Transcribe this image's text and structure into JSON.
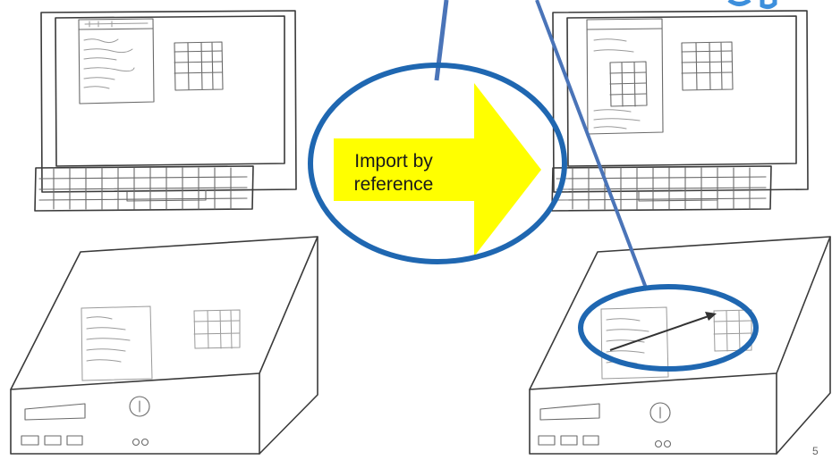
{
  "arrow_label": "Import by reference",
  "arrow_label_lines": [
    "Import by",
    "reference"
  ],
  "page_number": "5",
  "colors": {
    "arrow_fill": "#ffff00",
    "ellipse_stroke": "#1f67b1",
    "connector_line": "#4a74b8",
    "sketch_stroke": "#3a3a3a"
  }
}
